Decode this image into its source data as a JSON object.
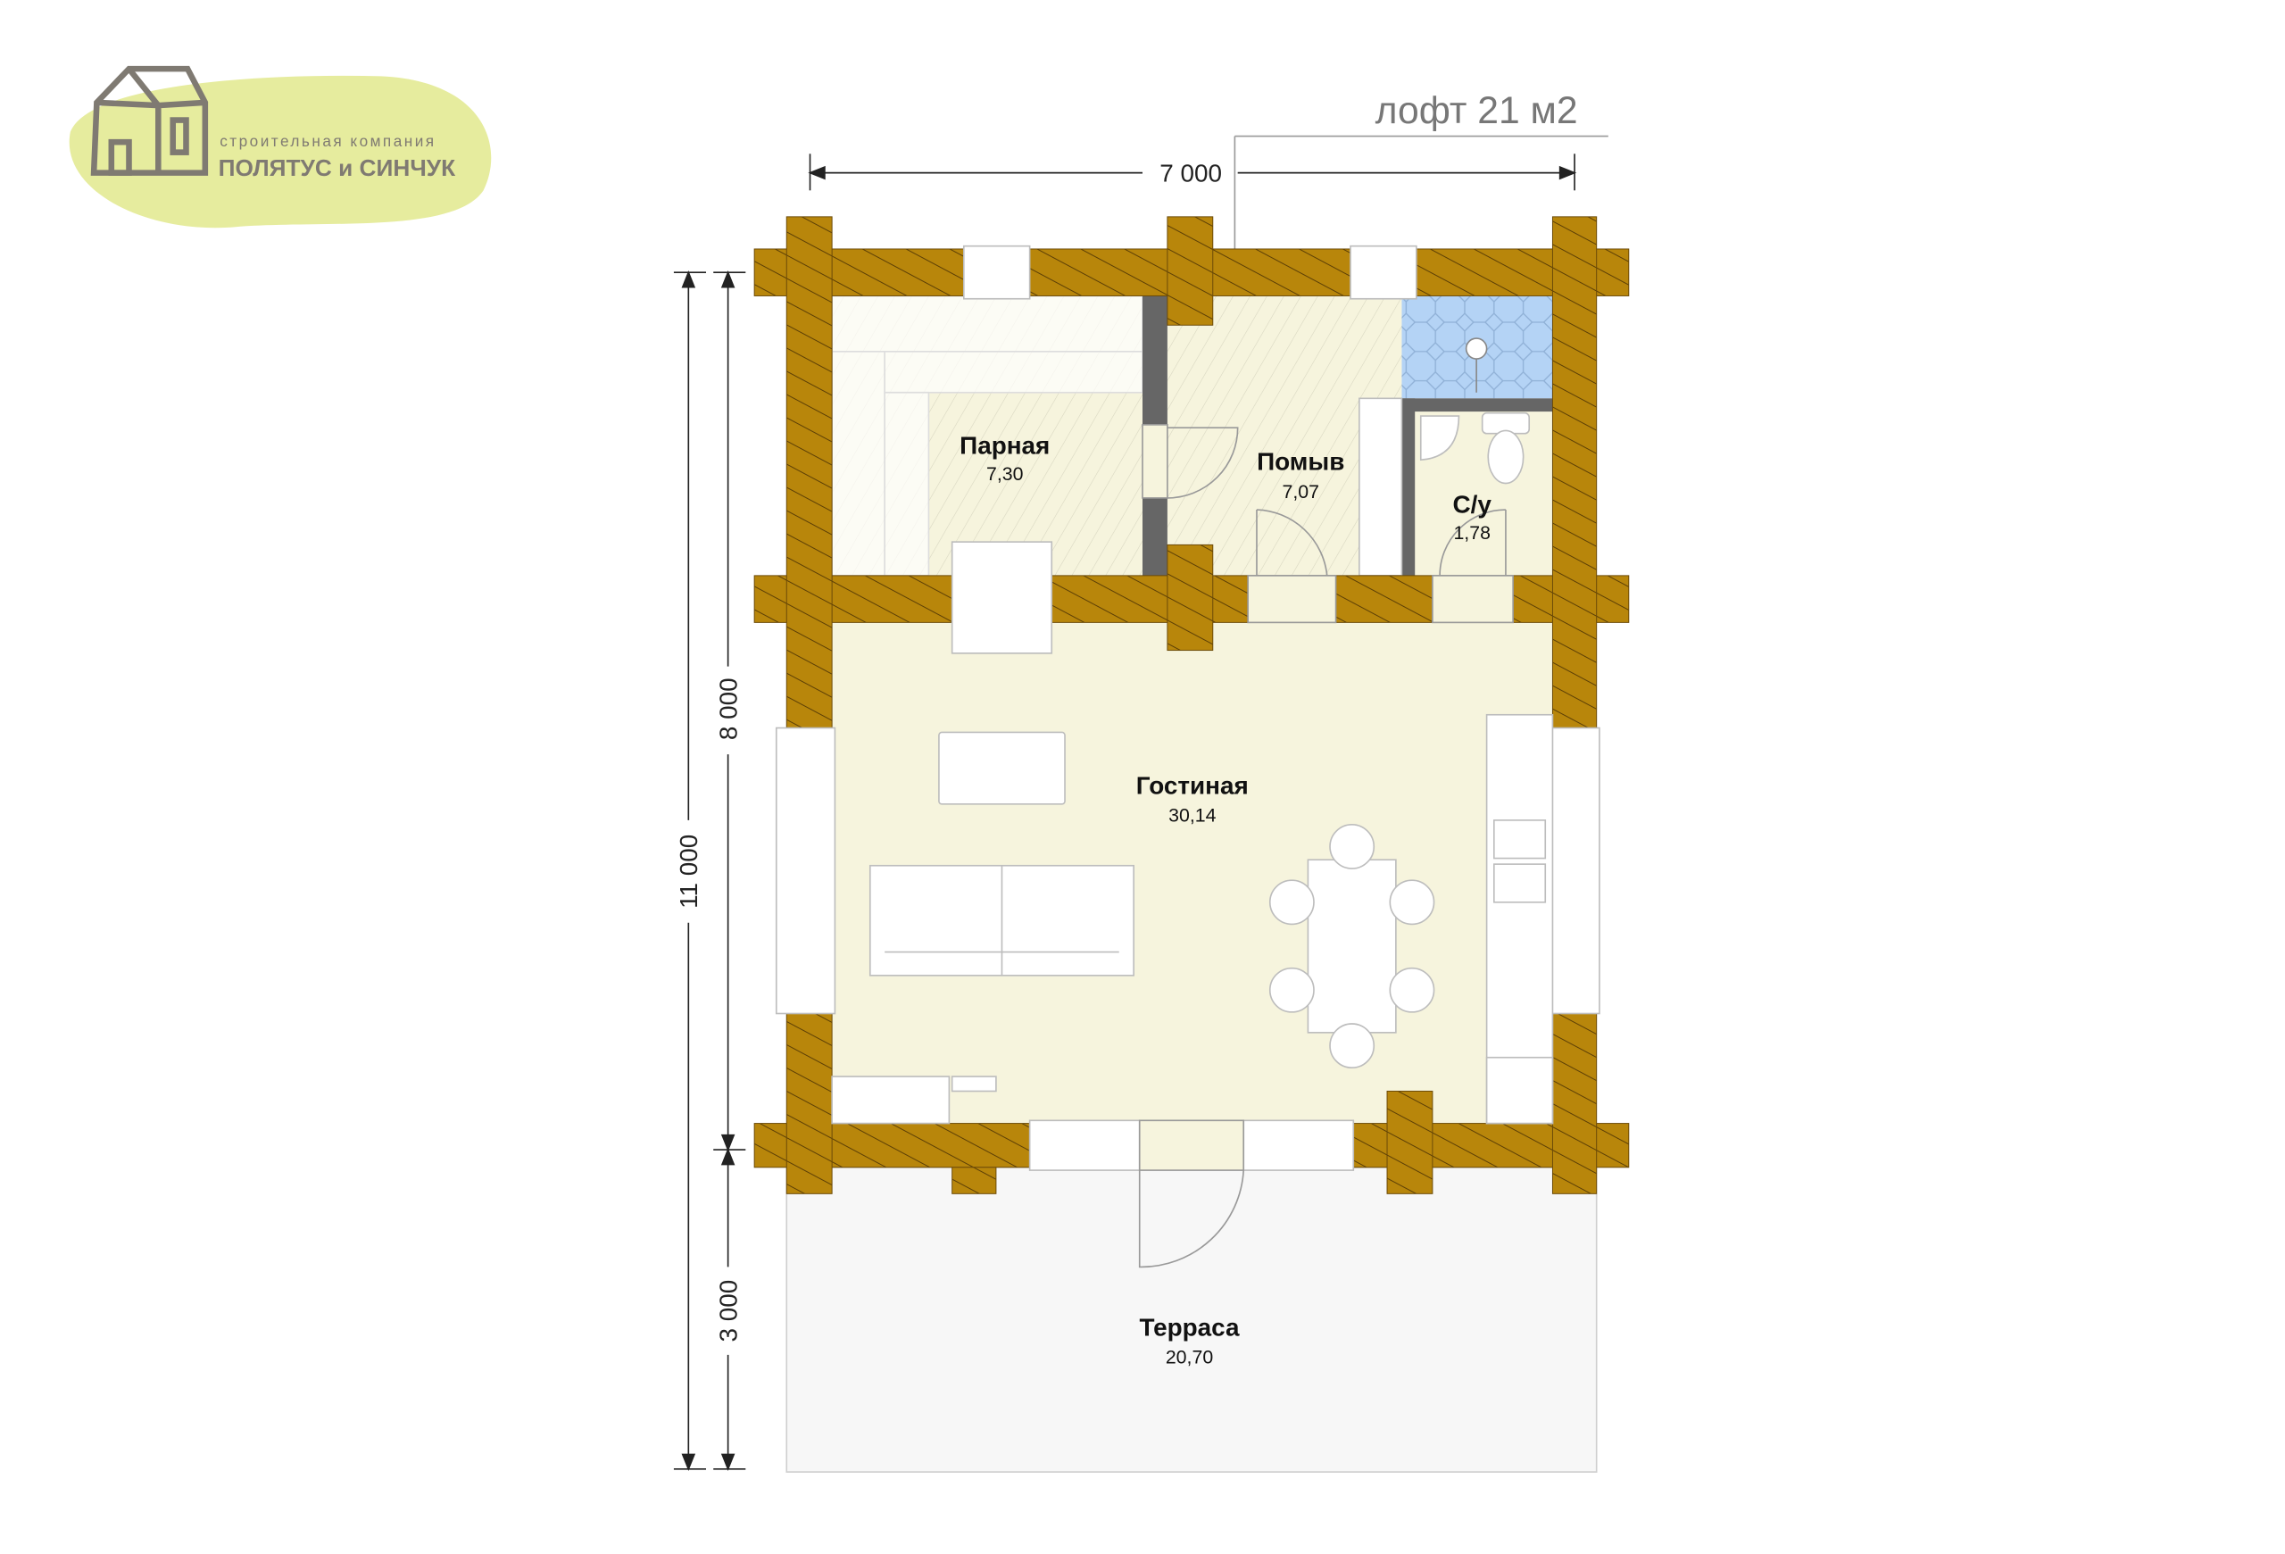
{
  "logo": {
    "tagline": "строительная компания",
    "company": "ПОЛЯТУС и СИНЧУК"
  },
  "loft_label": "лофт 21 м2",
  "dimensions": {
    "width": "7 000",
    "total_length": "11 000",
    "house_length": "8 000",
    "terrace_length": "3 000"
  },
  "rooms": [
    {
      "name": "Парная",
      "area": "7,30"
    },
    {
      "name": "Помыв",
      "area": "7,07"
    },
    {
      "name": "С/у",
      "area": "1,78"
    },
    {
      "name": "Гостиная",
      "area": "30,14"
    },
    {
      "name": "Терраса",
      "area": "20,70"
    }
  ],
  "colors": {
    "wood": "#b8860b",
    "living": "#f6f4dd",
    "shower_tile": "#b4d3f5",
    "terrace": "#f7f7f7",
    "logo_blob": "#e6ec9e"
  }
}
